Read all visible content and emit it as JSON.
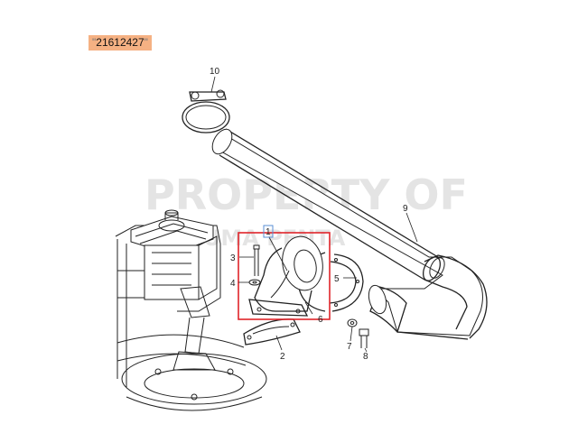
{
  "part_number": "21612427",
  "watermark": {
    "line1": "PROPERTY OF",
    "line2": "DUMA PENTA"
  },
  "callouts": [
    "1",
    "2",
    "3",
    "4",
    "5",
    "6",
    "7",
    "8",
    "9",
    "10"
  ],
  "colors": {
    "highlight_box": "#e0242a",
    "callout_box": "#5a8fd6",
    "part_code_bg": "#f5b183",
    "line": "#222222"
  }
}
